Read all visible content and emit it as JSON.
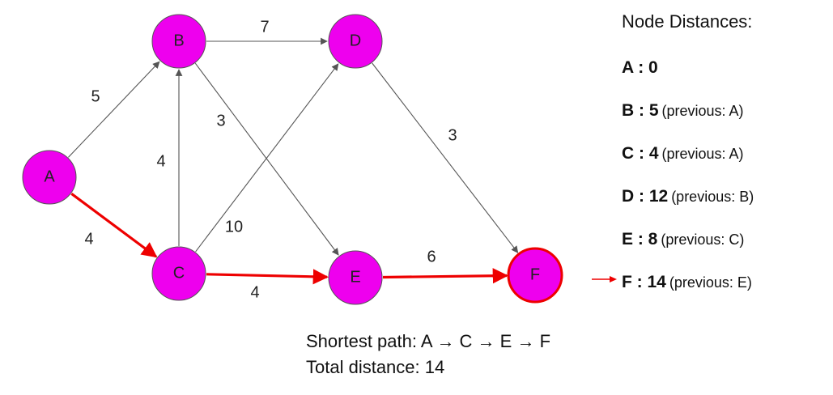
{
  "graph": {
    "nodes": [
      {
        "id": "A",
        "label": "A"
      },
      {
        "id": "B",
        "label": "B"
      },
      {
        "id": "C",
        "label": "C"
      },
      {
        "id": "D",
        "label": "D"
      },
      {
        "id": "E",
        "label": "E"
      },
      {
        "id": "F",
        "label": "F"
      }
    ],
    "edges": [
      {
        "from": "A",
        "to": "B",
        "weight": "5",
        "on_path": false
      },
      {
        "from": "A",
        "to": "C",
        "weight": "4",
        "on_path": true
      },
      {
        "from": "C",
        "to": "B",
        "weight": "4",
        "on_path": false
      },
      {
        "from": "B",
        "to": "D",
        "weight": "7",
        "on_path": false
      },
      {
        "from": "B",
        "to": "E",
        "weight": "3",
        "on_path": false
      },
      {
        "from": "C",
        "to": "D",
        "weight": "10",
        "on_path": false
      },
      {
        "from": "C",
        "to": "E",
        "weight": "4",
        "on_path": true
      },
      {
        "from": "D",
        "to": "F",
        "weight": "3",
        "on_path": false
      },
      {
        "from": "E",
        "to": "F",
        "weight": "6",
        "on_path": true
      }
    ],
    "highlighted_target": "F",
    "colors": {
      "node_fill": "#ee00ee",
      "node_stroke": "#555555",
      "path_edge": "#ee0000",
      "normal_edge": "#555555",
      "target_stroke": "#ee0000"
    }
  },
  "panel": {
    "title": "Node Distances:",
    "rows": [
      {
        "key": "A : 0",
        "prev": ""
      },
      {
        "key": "B : 5",
        "prev": "(previous: A)"
      },
      {
        "key": "C : 4",
        "prev": "(previous: A)"
      },
      {
        "key": "D : 12",
        "prev": "(previous: B)"
      },
      {
        "key": "E : 8",
        "prev": "(previous: C)"
      },
      {
        "key": "F : 14",
        "prev": "(previous: E)"
      }
    ],
    "marked_row": "F",
    "marker_icon": "red-arrow-icon"
  },
  "summary": {
    "path_line": "Shortest path:  A → C → E → F",
    "total_line": "Total distance: 14"
  }
}
